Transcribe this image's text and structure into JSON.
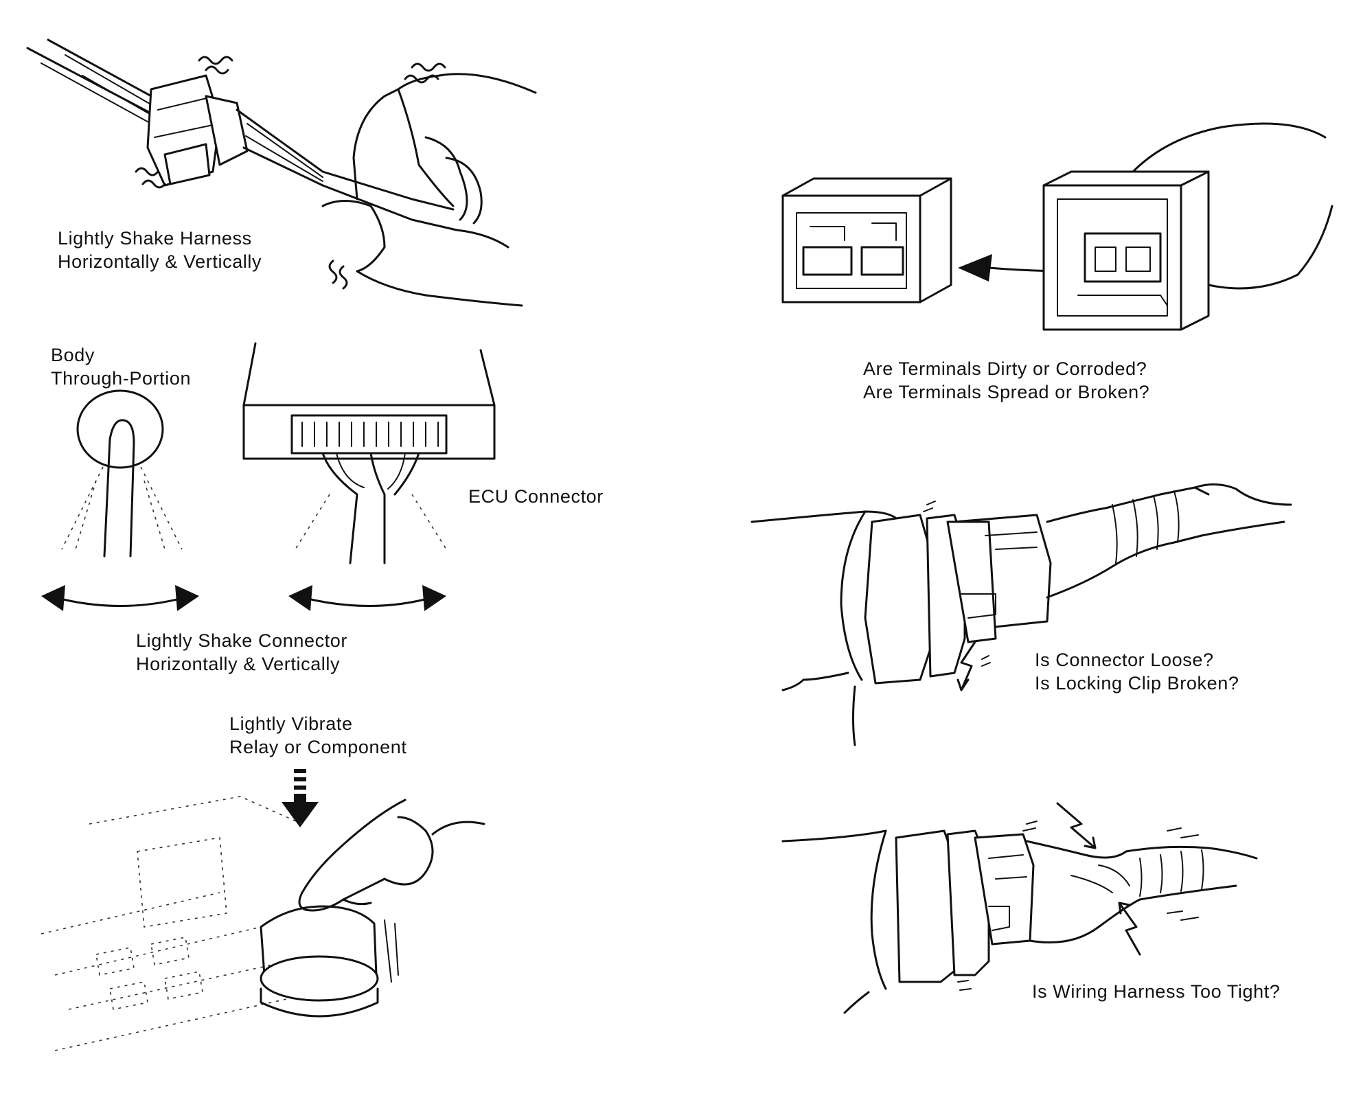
{
  "panels": {
    "shake_harness": {
      "line1": "Lightly Shake Harness",
      "line2": "Horizontally & Vertically"
    },
    "body_through": {
      "line1": "Body",
      "line2": "Through-Portion"
    },
    "ecu_connector": {
      "label": "ECU Connector"
    },
    "shake_connector": {
      "line1": "Lightly Shake Connector",
      "line2": "Horizontally & Vertically"
    },
    "vibrate_relay": {
      "line1": "Lightly Vibrate",
      "line2": "Relay or Component"
    },
    "terminals": {
      "line1": "Are Terminals Dirty or Corroded?",
      "line2": "Are Terminals Spread or Broken?"
    },
    "connector_loose": {
      "line1": "Is Connector Loose?",
      "line2": "Is Locking Clip Broken?"
    },
    "harness_tight": {
      "label": "Is Wiring Harness Too Tight?"
    }
  },
  "icons": [
    "wire-harness-icon",
    "hand-icon",
    "grommet-icon",
    "ecu-box-icon",
    "double-arrow-icon",
    "relay-icon",
    "connector-icon",
    "down-arrow-icon"
  ],
  "colors": {
    "ink": "#111111",
    "background": "#ffffff"
  }
}
